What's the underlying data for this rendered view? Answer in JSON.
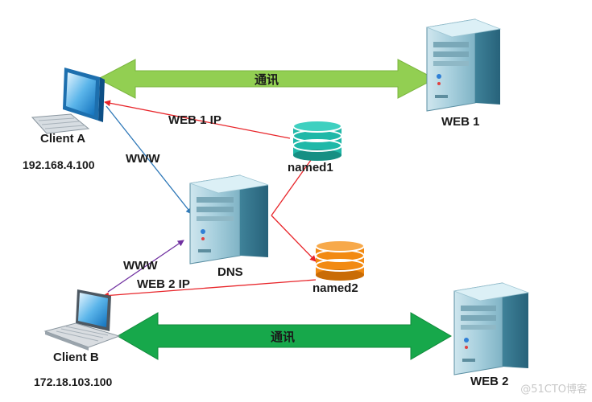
{
  "nodes": {
    "client_a": {
      "name": "Client A",
      "ip": "192.168.4.100"
    },
    "client_b": {
      "name": "Client B",
      "ip": "172.18.103.100"
    },
    "web1": {
      "name": "WEB 1"
    },
    "web2": {
      "name": "WEB 2"
    },
    "dns": {
      "name": "DNS"
    },
    "named1": {
      "name": "named1"
    },
    "named2": {
      "name": "named2"
    }
  },
  "links": {
    "comm_top": "通讯",
    "comm_bottom": "通讯",
    "www_a": "WWW",
    "www_b": "WWW",
    "web1_ip": "WEB 1 IP",
    "web2_ip": "WEB 2 IP"
  },
  "colors": {
    "arrow_top": "#92cf52",
    "arrow_bottom": "#17a84b",
    "dns_link_a": "#2e78b8",
    "dns_link_b": "#7030a0",
    "red_link": "#e8252a",
    "db_named1": "#1fb8a8",
    "db_named2": "#f28a12"
  },
  "watermark": "@51CTO博客"
}
